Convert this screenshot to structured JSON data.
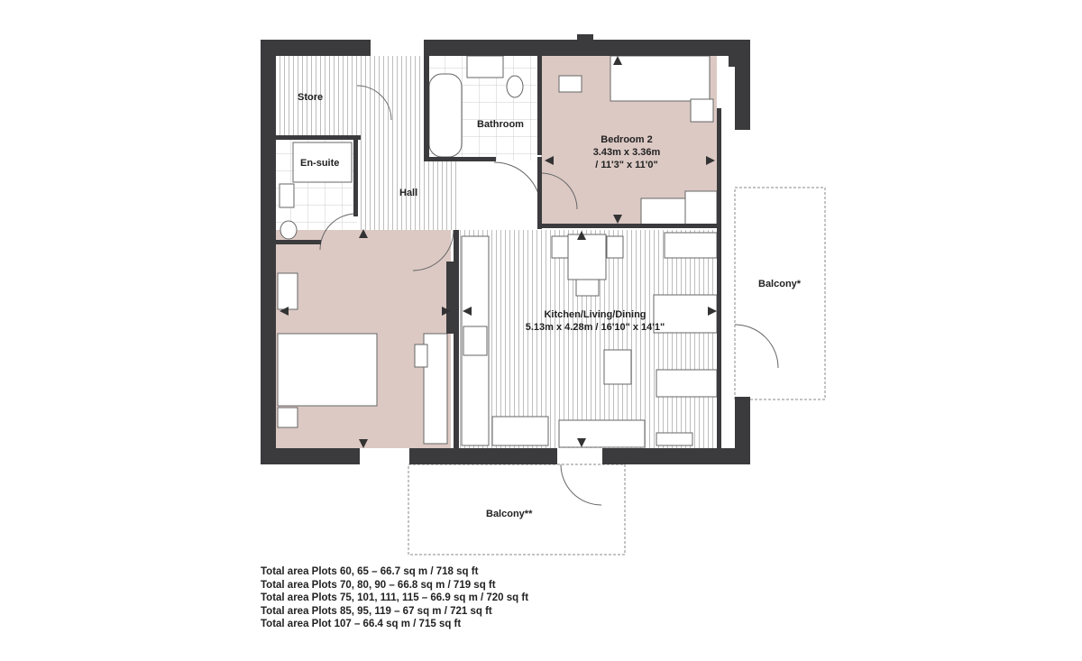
{
  "rooms": {
    "store": "Store",
    "ensuite": "En-suite",
    "hall": "Hall",
    "bathroom": "Bathroom",
    "bedroom2": {
      "name": "Bedroom 2",
      "metric": "3.43m x 3.36m",
      "imperial": "/ 11'3\" x 11'0\""
    },
    "kitchen": {
      "name": "Kitchen/Living/Dining",
      "dims": "5.13m x 4.28m / 16'10\" x 14'1\""
    },
    "balcony1": "Balcony*",
    "balcony2": "Balcony**"
  },
  "areas": [
    "Total area Plots 60, 65 – 66.7 sq m / 718 sq ft",
    "Total area Plots 70, 80, 90 – 66.8 sq m / 719 sq ft",
    "Total area Plots 75, 101, 111, 115 – 66.9 sq m / 720 sq ft",
    "Total area Plots 85, 95, 119 – 67 sq m / 721 sq ft",
    "Total area Plot 107 – 66.4 sq m / 715 sq ft"
  ],
  "colors": {
    "wall": "#3b3b3d",
    "bedroom": "#dcc9c4",
    "stripe": "#c9c9c9"
  }
}
